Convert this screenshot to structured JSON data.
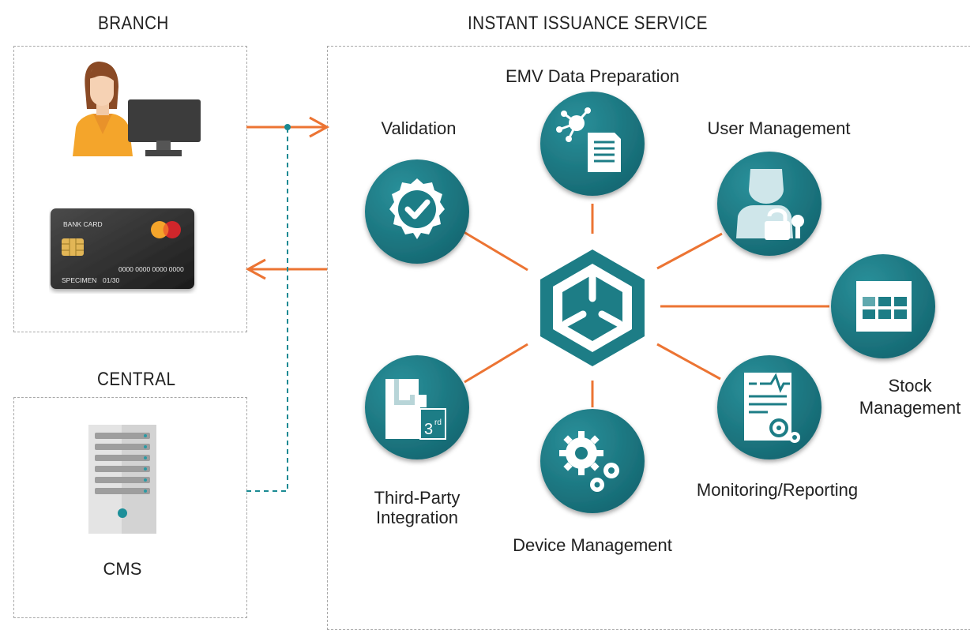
{
  "sections": {
    "branch": "BRANCH",
    "central": "CENTRAL",
    "service": "INSTANT ISSUANCE SERVICE"
  },
  "branch_items": {
    "card": {
      "title": "BANK CARD",
      "number": "0000 0000 0000 0000",
      "holder": "SPECIMEN",
      "expiry": "01/30"
    }
  },
  "central_items": {
    "server_label": "CMS"
  },
  "services": [
    {
      "id": "validation",
      "label": "Validation",
      "icon": "badge-check-icon"
    },
    {
      "id": "emv",
      "label": "EMV Data Preparation",
      "icon": "document-network-icon"
    },
    {
      "id": "user",
      "label": "User Management",
      "icon": "user-lock-icon"
    },
    {
      "id": "stock",
      "label_line1": "Stock",
      "label_line2": "Management",
      "icon": "grid-table-icon"
    },
    {
      "id": "monitoring",
      "label": "Monitoring/Reporting",
      "icon": "report-gears-icon"
    },
    {
      "id": "device",
      "label": "Device Management",
      "icon": "gears-icon"
    },
    {
      "id": "thirdparty",
      "label_line1": "Third-Party",
      "label_line2": "Integration",
      "icon": "third-party-icon",
      "badge": "3",
      "badge_sup": "rd"
    }
  ],
  "colors": {
    "teal": "#1d7d86",
    "teal_dark": "#135e66",
    "orange": "#ec7433",
    "dashed": "#a8a8a8",
    "teal_dashed": "#1a8a93"
  }
}
